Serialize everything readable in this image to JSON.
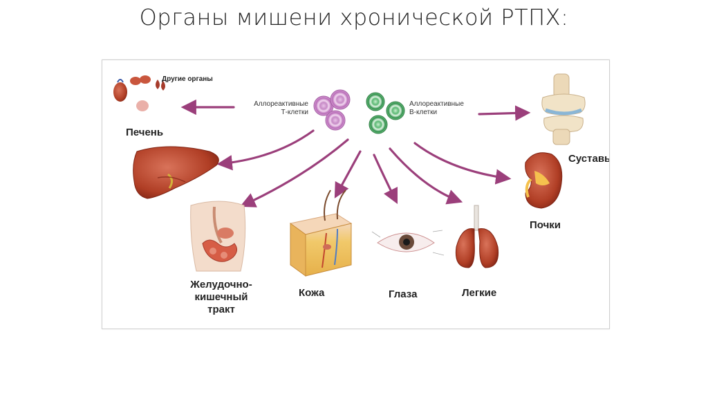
{
  "title": "Органы мишени хронической РТПХ:",
  "cells": {
    "t_cells": "Аллореактивные\nТ-клетки",
    "b_cells": "Аллореактивные\nВ-клетки"
  },
  "organs": {
    "other": "Другие органы",
    "liver": "Печень",
    "joints": "Суставы",
    "kidneys": "Почки",
    "gi_tract": "Желудочно-\nкишечный\nтракт",
    "skin": "Кожа",
    "eyes": "Глаза",
    "lungs": "Легкие"
  },
  "colors": {
    "arrow": "#9b3f7b",
    "t_cell": "#c979c6",
    "b_cell": "#3aa05a",
    "organ_red": "#b8442b"
  }
}
